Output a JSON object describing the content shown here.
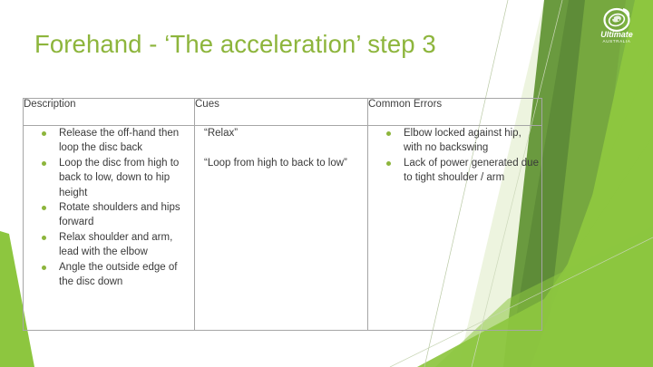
{
  "slide": {
    "title": "Forehand - ‘The acceleration’ step 3",
    "title_color": "#8DB53C",
    "background_color": "#FFFFFF"
  },
  "logo": {
    "name": "ultimate-australia-logo",
    "primary_text": "Ultimate",
    "secondary_text": "AUSTRALIA"
  },
  "table": {
    "headers": [
      {
        "label": "Description"
      },
      {
        "label": "Cues"
      },
      {
        "label": "Common Errors"
      }
    ],
    "description_bullets": [
      "Release the off-hand then loop the disc back",
      "Loop the disc from high to back to low, down to hip height",
      "Rotate shoulders and hips forward",
      "Relax shoulder and arm, lead with the elbow",
      "Angle the outside edge of the disc down"
    ],
    "cues": [
      "“Relax”",
      "“Loop from high to back to low”"
    ],
    "common_errors": [
      "Elbow locked against hip, with no backswing",
      "Lack of power generated due to tight shoulder / arm"
    ],
    "border_color": "#A6A6A6",
    "bullet_color": "#8DB53C",
    "text_color": "#3A3A3A"
  },
  "decor": {
    "colors": {
      "bright_lime": "#8DC63F",
      "mid_green": "#76A83F",
      "olive_green": "#6A9A3F",
      "dark_olive": "#5E8C38",
      "pale_green": "#DCEBC2",
      "very_pale_green": "#EDF4DF",
      "leaf_green": "#7CB342"
    }
  }
}
